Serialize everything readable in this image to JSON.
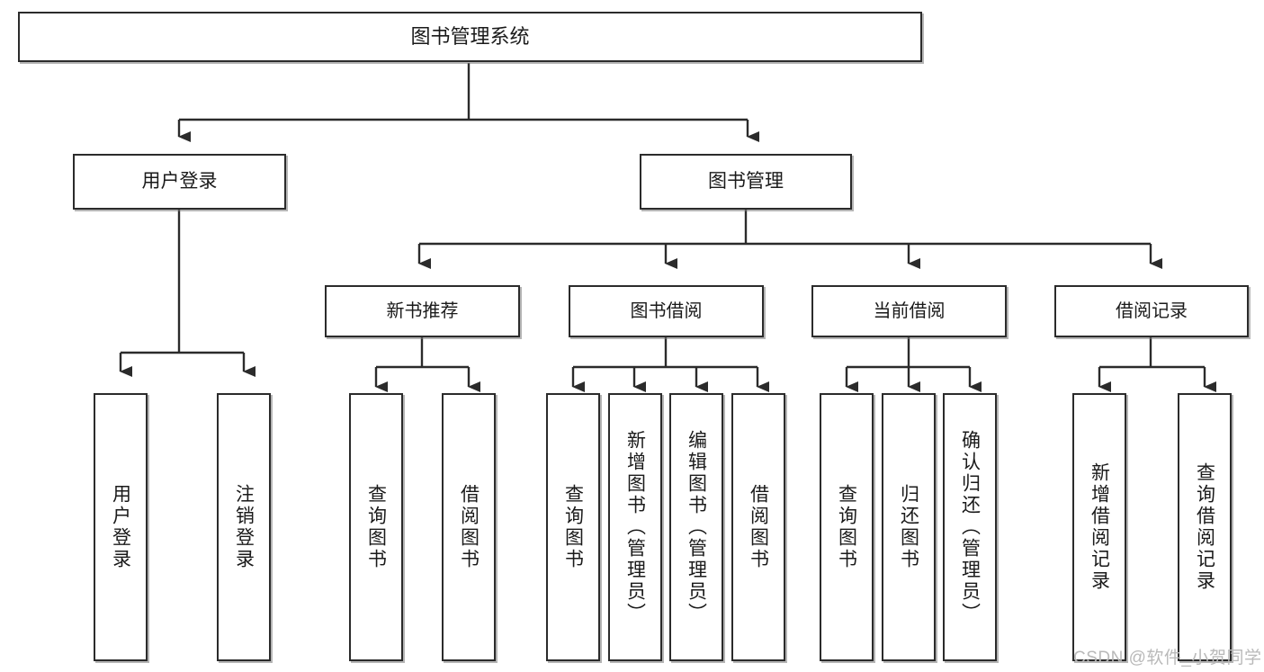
{
  "diagram": {
    "title": "图书管理系统",
    "type": "functional-decomposition-tree",
    "root": {
      "id": "root",
      "label": "图书管理系统"
    },
    "level1": [
      {
        "id": "user-login",
        "label": "用户登录"
      },
      {
        "id": "book-manage",
        "label": "图书管理"
      }
    ],
    "level2": [
      {
        "id": "new-book-rec",
        "label": "新书推荐",
        "parent": "book-manage"
      },
      {
        "id": "book-borrow",
        "label": "图书借阅",
        "parent": "book-manage"
      },
      {
        "id": "current-borrow",
        "label": "当前借阅",
        "parent": "book-manage"
      },
      {
        "id": "borrow-record",
        "label": "借阅记录",
        "parent": "book-manage"
      }
    ],
    "leaves": [
      {
        "id": "leaf-user-login",
        "label": "用户登录",
        "parent": "user-login"
      },
      {
        "id": "leaf-user-logout",
        "label": "注销登录",
        "parent": "user-login"
      },
      {
        "id": "leaf-query-book-1",
        "label": "查询图书",
        "parent": "new-book-rec"
      },
      {
        "id": "leaf-borrow-book-1",
        "label": "借阅图书",
        "parent": "new-book-rec"
      },
      {
        "id": "leaf-query-book-2",
        "label": "查询图书",
        "parent": "book-borrow"
      },
      {
        "id": "leaf-add-book",
        "label": "新增图书（管理员）",
        "parent": "book-borrow"
      },
      {
        "id": "leaf-edit-book",
        "label": "编辑图书（管理员）",
        "parent": "book-borrow"
      },
      {
        "id": "leaf-borrow-book-2",
        "label": "借阅图书",
        "parent": "book-borrow"
      },
      {
        "id": "leaf-query-book-3",
        "label": "查询图书",
        "parent": "current-borrow"
      },
      {
        "id": "leaf-return-book",
        "label": "归还图书",
        "parent": "current-borrow"
      },
      {
        "id": "leaf-confirm-return",
        "label": "确认归还（管理员）",
        "parent": "current-borrow"
      },
      {
        "id": "leaf-add-record",
        "label": "新增借阅记录",
        "parent": "borrow-record"
      },
      {
        "id": "leaf-query-record",
        "label": "查询借阅记录",
        "parent": "borrow-record"
      }
    ]
  },
  "colors": {
    "border": "#2b2b2b",
    "background": "#ffffff",
    "text": "#1a1a1a",
    "watermark": "#b9b9b9"
  },
  "watermark": {
    "text": "CSDN @软件_小贺同学"
  }
}
